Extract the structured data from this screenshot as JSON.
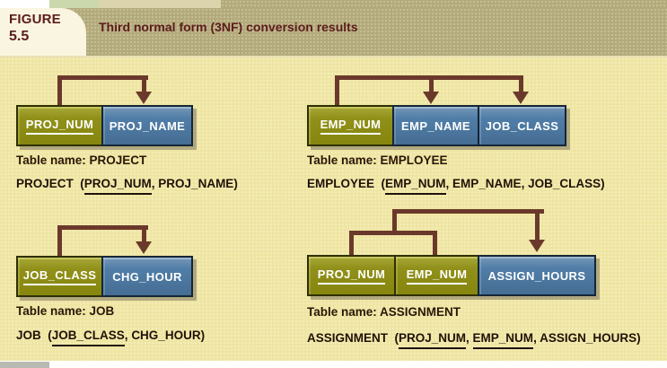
{
  "figure": {
    "label": "FIGURE",
    "number": "5.5",
    "title": "Third normal form (3NF) conversion results"
  },
  "colors": {
    "key_cell_olive": "#8f8f16",
    "attribute_cell_blue": "#4f7da7",
    "arrow_maroon": "#6b392b",
    "header_band_khaki": "#b3aa7c",
    "body_background_yellow": "#efe5a3",
    "heading_text_maroon": "#5c1c1c",
    "label_text_dark": "#2b1607"
  },
  "comma": ", ",
  "tables": [
    {
      "name_label": "Table name: PROJECT",
      "cells": [
        {
          "label": "PROJ_NUM"
        },
        {
          "label": "PROJ_NAME"
        }
      ],
      "schema": {
        "prefix": "PROJECT  (",
        "attrs": [
          "PROJ_NUM",
          "PROJ_NAME"
        ],
        "suffix": ")"
      }
    },
    {
      "name_label": "Table name: EMPLOYEE",
      "cells": [
        {
          "label": "EMP_NUM"
        },
        {
          "label": "EMP_NAME"
        },
        {
          "label": "JOB_CLASS"
        }
      ],
      "schema": {
        "prefix": "EMPLOYEE  (",
        "attrs": [
          "EMP_NUM",
          "EMP_NAME",
          "JOB_CLASS"
        ],
        "suffix": ")"
      }
    },
    {
      "name_label": "Table name: JOB",
      "cells": [
        {
          "label": "JOB_CLASS"
        },
        {
          "label": "CHG_HOUR"
        }
      ],
      "schema": {
        "prefix": "JOB  (",
        "attrs": [
          "JOB_CLASS",
          "CHG_HOUR"
        ],
        "suffix": ")"
      }
    },
    {
      "name_label": "Table name: ASSIGNMENT",
      "cells": [
        {
          "label": "PROJ_NUM"
        },
        {
          "label": "EMP_NUM"
        },
        {
          "label": "ASSIGN_HOURS"
        }
      ],
      "schema": {
        "prefix": "ASSIGNMENT  (",
        "attrs": [
          "PROJ_NUM",
          "EMP_NUM",
          "ASSIGN_HOURS"
        ],
        "suffix": ")"
      }
    }
  ]
}
